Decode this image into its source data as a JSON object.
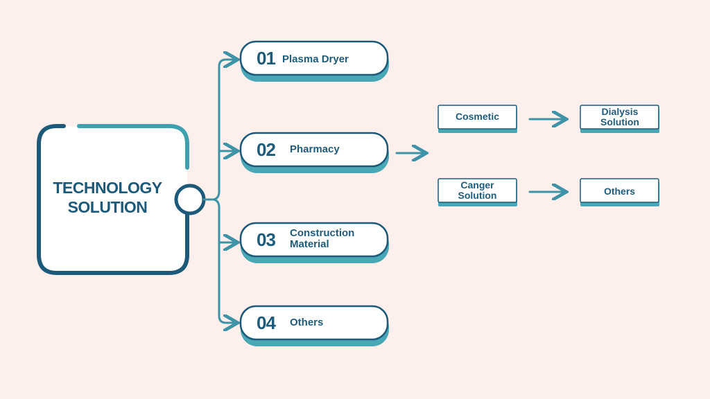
{
  "root": {
    "title": "TECHNOLOGY SOLUTION"
  },
  "items": [
    {
      "number": "01",
      "label": "Plasma Dryer"
    },
    {
      "number": "02",
      "label": "Pharmacy"
    },
    {
      "number": "03",
      "label": "Construction Material"
    },
    {
      "number": "04",
      "label": "Others"
    }
  ],
  "sub_items": [
    {
      "from": "Cosmetic",
      "to": "Dialysis Solution"
    },
    {
      "from": "Canger Solution",
      "to": "Others"
    }
  ],
  "colors": {
    "background": "#fcefec",
    "dark_teal": "#1d5a79",
    "light_teal": "#3fa0ae",
    "box_fill": "#ffffff",
    "shadow": "#4aa7b6"
  }
}
